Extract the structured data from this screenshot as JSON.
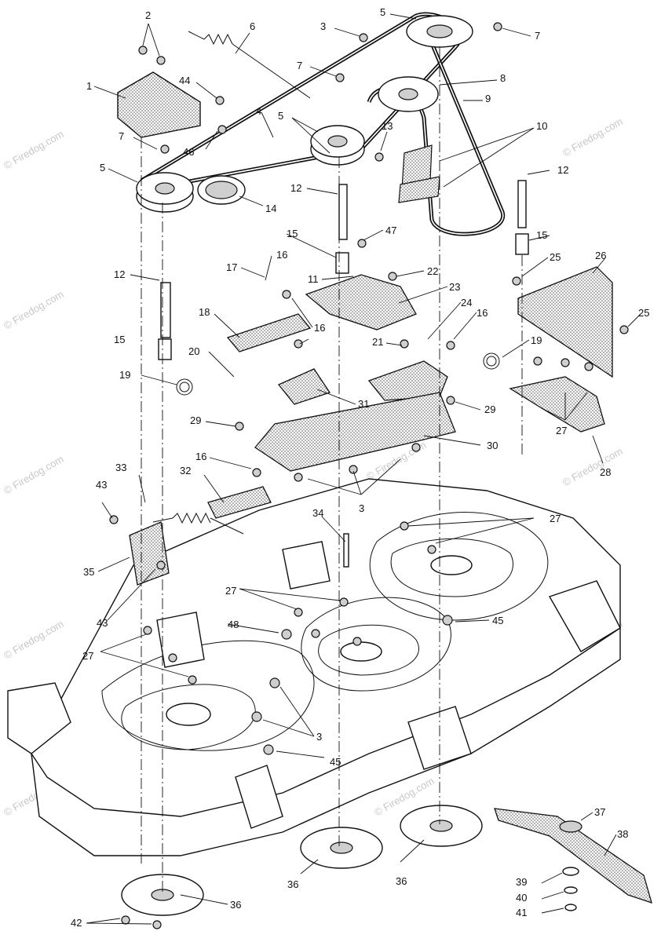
{
  "watermark": {
    "text": "© Firedog.com"
  },
  "callouts": [
    {
      "id": "c1",
      "label": "1"
    },
    {
      "id": "c2",
      "label": "2"
    },
    {
      "id": "c3a",
      "label": "3"
    },
    {
      "id": "c3b",
      "label": "3"
    },
    {
      "id": "c3c",
      "label": "3"
    },
    {
      "id": "c4",
      "label": "4"
    },
    {
      "id": "c5a",
      "label": "5"
    },
    {
      "id": "c5b",
      "label": "5"
    },
    {
      "id": "c5c",
      "label": "5"
    },
    {
      "id": "c6",
      "label": "6"
    },
    {
      "id": "c7a",
      "label": "7"
    },
    {
      "id": "c7b",
      "label": "7"
    },
    {
      "id": "c7c",
      "label": "7"
    },
    {
      "id": "c8",
      "label": "8"
    },
    {
      "id": "c9",
      "label": "9"
    },
    {
      "id": "c10",
      "label": "10"
    },
    {
      "id": "c11",
      "label": "11"
    },
    {
      "id": "c12a",
      "label": "12"
    },
    {
      "id": "c12b",
      "label": "12"
    },
    {
      "id": "c12c",
      "label": "12"
    },
    {
      "id": "c13",
      "label": "13"
    },
    {
      "id": "c14",
      "label": "14"
    },
    {
      "id": "c15a",
      "label": "15"
    },
    {
      "id": "c15b",
      "label": "15"
    },
    {
      "id": "c15c",
      "label": "15"
    },
    {
      "id": "c16a",
      "label": "16"
    },
    {
      "id": "c16b",
      "label": "16"
    },
    {
      "id": "c16c",
      "label": "16"
    },
    {
      "id": "c16d",
      "label": "16"
    },
    {
      "id": "c17",
      "label": "17"
    },
    {
      "id": "c18",
      "label": "18"
    },
    {
      "id": "c19a",
      "label": "19"
    },
    {
      "id": "c19b",
      "label": "19"
    },
    {
      "id": "c20",
      "label": "20"
    },
    {
      "id": "c21",
      "label": "21"
    },
    {
      "id": "c22",
      "label": "22"
    },
    {
      "id": "c23",
      "label": "23"
    },
    {
      "id": "c24",
      "label": "24"
    },
    {
      "id": "c25a",
      "label": "25"
    },
    {
      "id": "c25b",
      "label": "25"
    },
    {
      "id": "c26",
      "label": "26"
    },
    {
      "id": "c27a",
      "label": "27"
    },
    {
      "id": "c27b",
      "label": "27"
    },
    {
      "id": "c27c",
      "label": "27"
    },
    {
      "id": "c27d",
      "label": "27"
    },
    {
      "id": "c28",
      "label": "28"
    },
    {
      "id": "c29a",
      "label": "29"
    },
    {
      "id": "c29b",
      "label": "29"
    },
    {
      "id": "c30",
      "label": "30"
    },
    {
      "id": "c31",
      "label": "31"
    },
    {
      "id": "c32",
      "label": "32"
    },
    {
      "id": "c33",
      "label": "33"
    },
    {
      "id": "c34",
      "label": "34"
    },
    {
      "id": "c35",
      "label": "35"
    },
    {
      "id": "c36a",
      "label": "36"
    },
    {
      "id": "c36b",
      "label": "36"
    },
    {
      "id": "c36c",
      "label": "36"
    },
    {
      "id": "c37",
      "label": "37"
    },
    {
      "id": "c38",
      "label": "38"
    },
    {
      "id": "c39",
      "label": "39"
    },
    {
      "id": "c40",
      "label": "40"
    },
    {
      "id": "c41",
      "label": "41"
    },
    {
      "id": "c42",
      "label": "42"
    },
    {
      "id": "c43a",
      "label": "43"
    },
    {
      "id": "c43b",
      "label": "43"
    },
    {
      "id": "c44",
      "label": "44"
    },
    {
      "id": "c45a",
      "label": "45"
    },
    {
      "id": "c45b",
      "label": "45"
    },
    {
      "id": "c46",
      "label": "46"
    },
    {
      "id": "c47",
      "label": "47"
    },
    {
      "id": "c48",
      "label": "48"
    }
  ]
}
